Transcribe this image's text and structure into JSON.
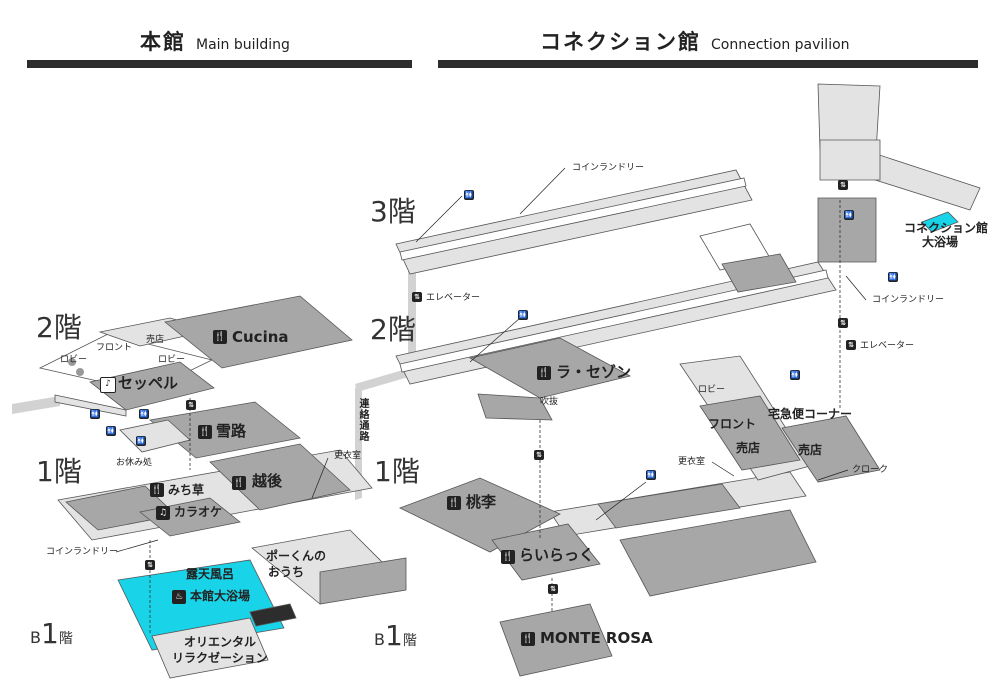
{
  "headers": {
    "main": {
      "jp": "本館",
      "en": "Main building"
    },
    "connection": {
      "jp": "コネクション館",
      "en": "Connection pavilion"
    }
  },
  "floors": {
    "main_2f": "2階",
    "main_1f": "1階",
    "main_b1f": {
      "prefix": "B",
      "num": "1",
      "suffix": "階"
    },
    "conn_3f": "3階",
    "conn_2f": "2階",
    "conn_1f": "1階",
    "conn_b1f": {
      "prefix": "B",
      "num": "1",
      "suffix": "階"
    }
  },
  "main_labels": {
    "front": "フロント",
    "shop": "売店",
    "lobby1": "ロビー",
    "lobby2": "ロビー",
    "cucina": "Cucina",
    "seppel": "セッペル",
    "yukiji": "雪路",
    "echigo": "越後",
    "michikusa": "みち草",
    "karaoke": "カラオケ",
    "rest_area": "お休み処",
    "coin_laundry": "コインランドリー",
    "changing_room": "更衣室",
    "connecting_passage": "連絡通路",
    "open_air_bath": "露天風呂",
    "main_bath": "本館大浴場",
    "oriental_1": "オリエンタル",
    "oriental_2": "リラクゼーション",
    "pokun_1": "ポーくんの",
    "pokun_2": "おうち"
  },
  "conn_labels": {
    "coin_laundry_3f": "コインランドリー",
    "conn_bath_1": "コネクション館",
    "conn_bath_2": "大浴場",
    "coin_laundry_2f": "コインランドリー",
    "elevator_3f": "エレベーター",
    "elevator_2f": "エレベーター",
    "la_saison": "ラ・セゾン",
    "fukinuki": "吹抜",
    "lobby": "ロビー",
    "front": "フロント",
    "shop1": "売店",
    "shop2": "売店",
    "delivery_corner": "宅急便コーナー",
    "cloak": "クローク",
    "changing_room": "更衣室",
    "tori": "桃李",
    "rairakku": "らいらっく",
    "monte_rosa": "MONTE ROSA"
  },
  "icons": {
    "restaurant": "restaurant-icon",
    "restroom": "restroom-icon",
    "elevator": "elevator-icon",
    "stairs": "stairs-icon",
    "onsen": "onsen-icon",
    "karaoke": "karaoke-icon"
  },
  "colors": {
    "building_gray": "#a7a7a7",
    "room_light": "#e3e3e3",
    "bath_cyan": "#19d3e8",
    "corridor": "#d2d2d2",
    "header_bar": "#2d2d2d",
    "dark_room": "#555555"
  }
}
